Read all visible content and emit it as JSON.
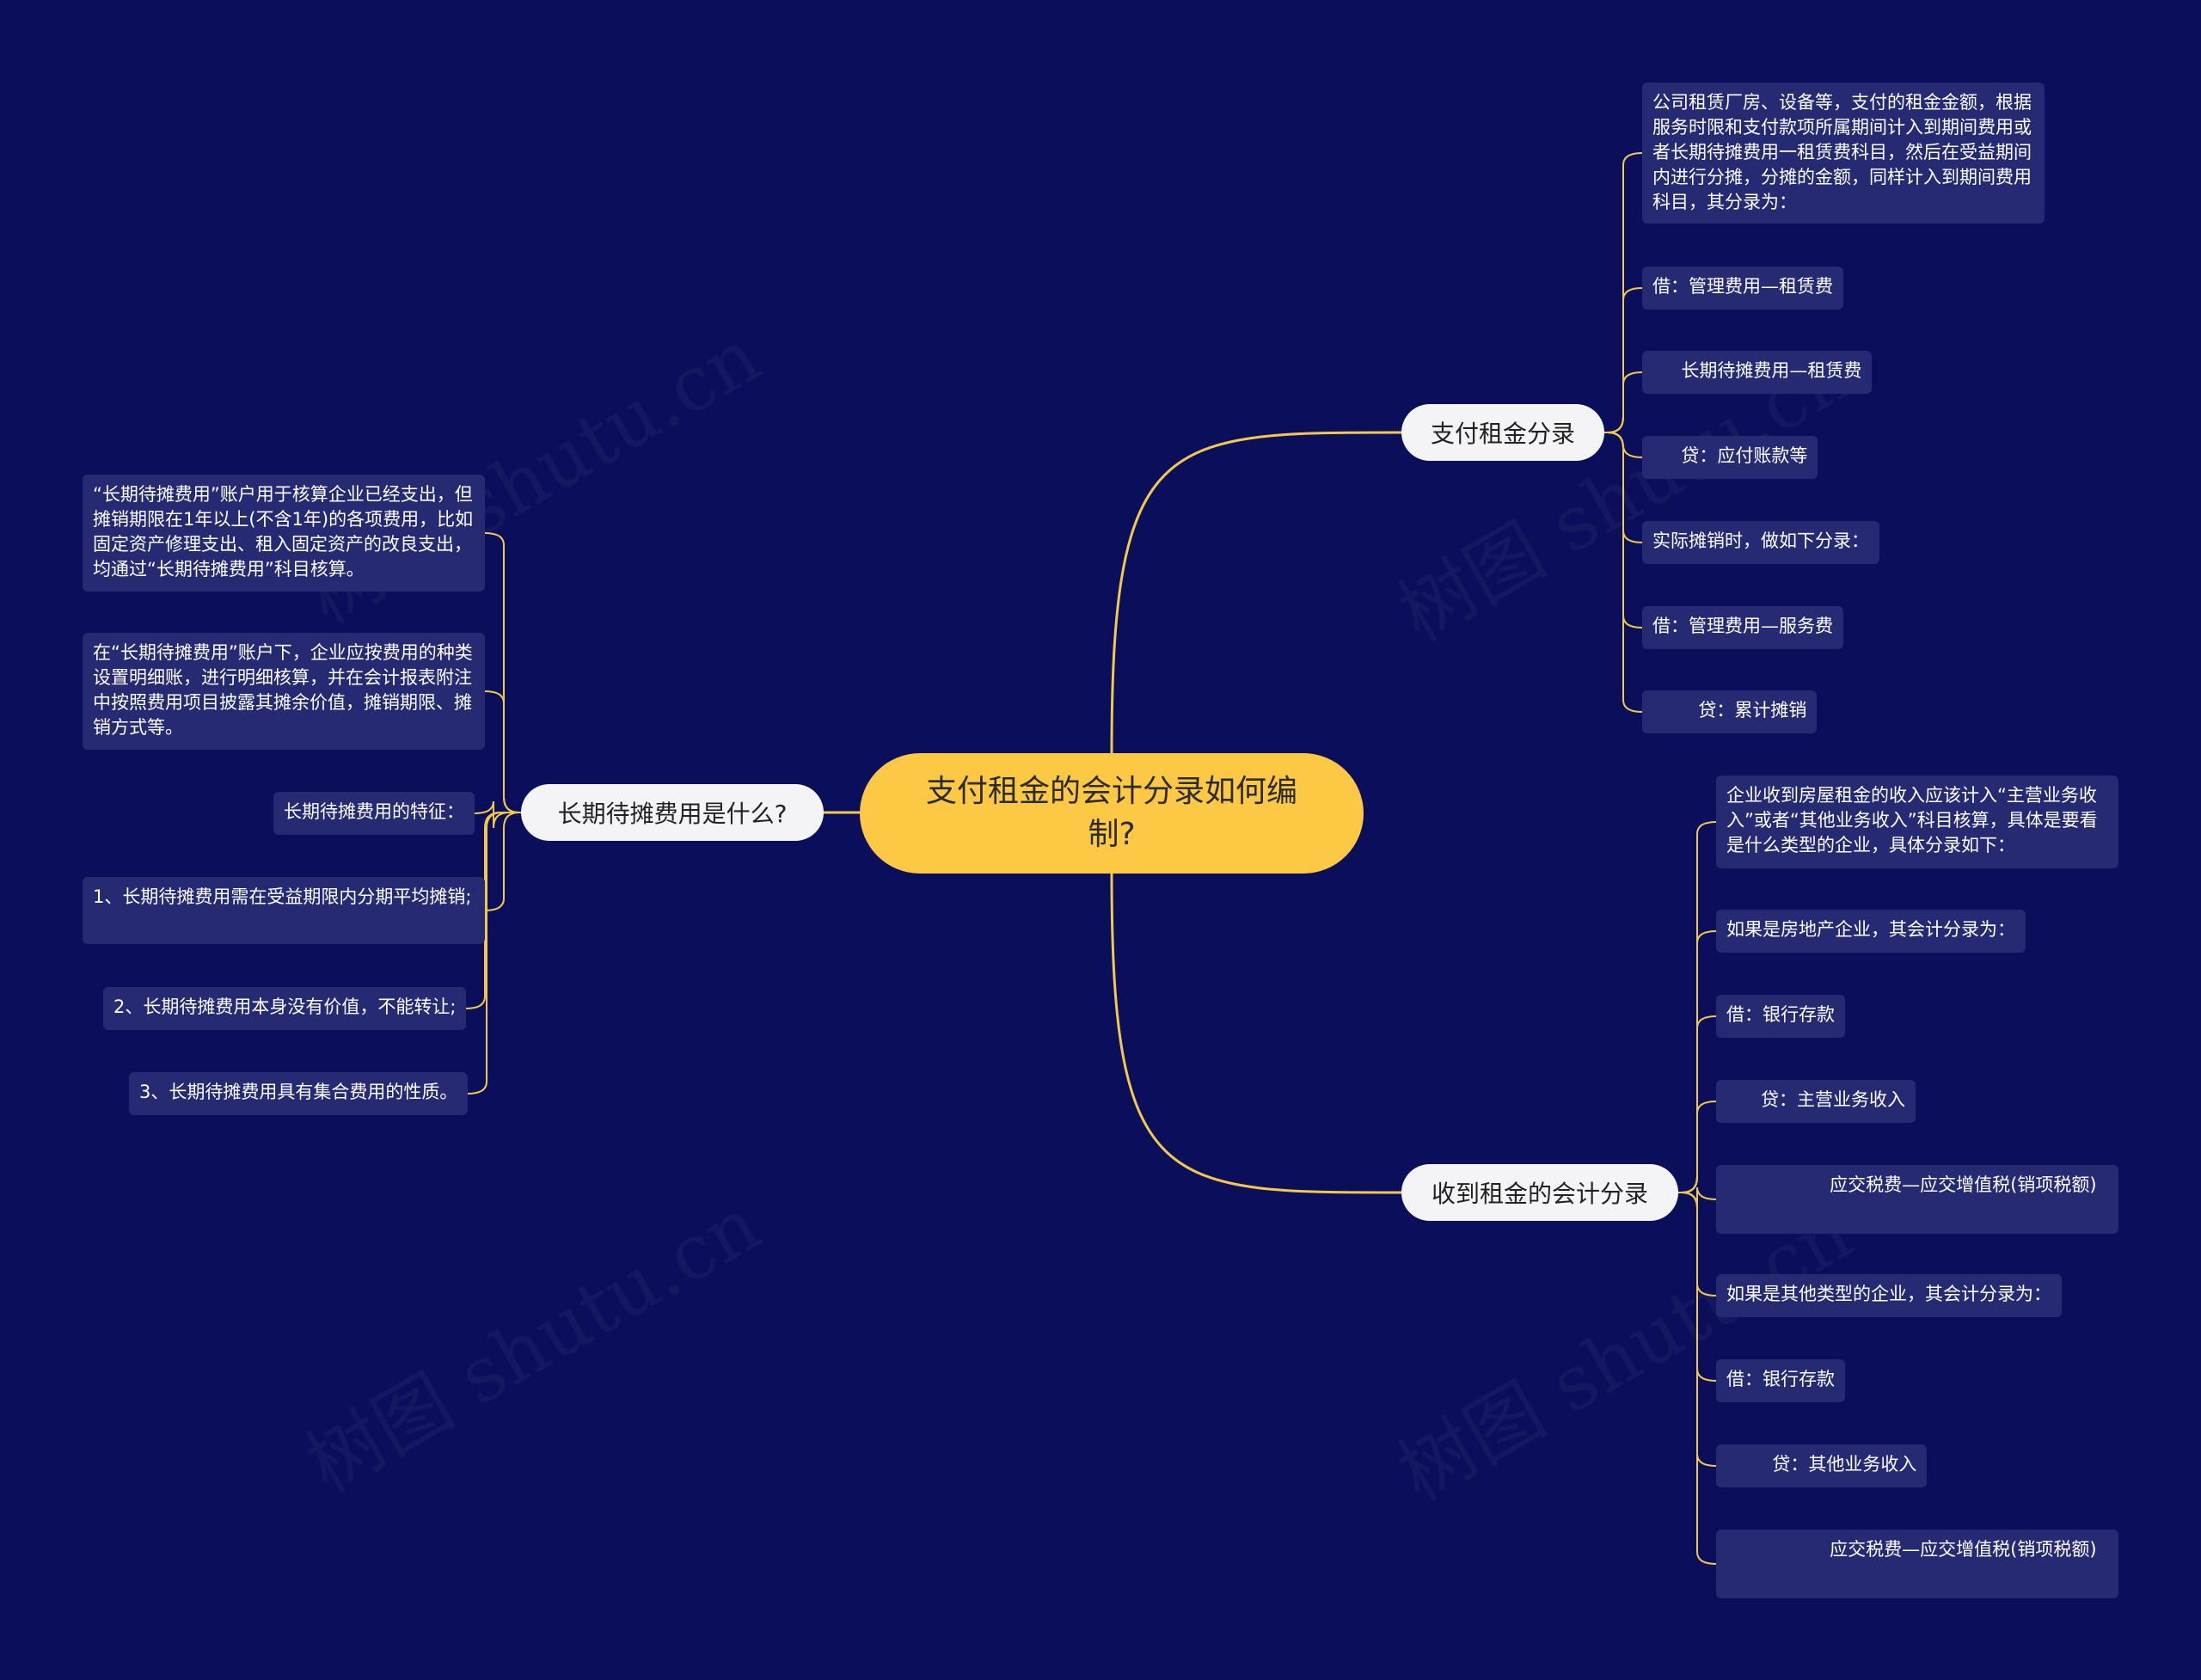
{
  "colors": {
    "background": "#0b0e5a",
    "root_fill": "#fdc844",
    "branch_fill": "#f4f4f6",
    "leaf_fill": "#262a72",
    "connector": "#f2c94c"
  },
  "watermark": "树图 shutu.cn",
  "root": {
    "text": "支付租金的会计分录如何编制?"
  },
  "branches": {
    "pay": {
      "label": "支付租金分录",
      "items": [
        "公司租赁厂房、设备等，支付的租金金额，根据服务时限和支付款项所属期间计入到期间费用或者长期待摊费用一租赁费科目，然后在受益期间内进行分摊，分摊的金额，同样计入到期间费用科目，其分录为：",
        "借：管理费用—租赁费",
        "     长期待摊费用—租赁费",
        "     贷：应付账款等",
        "实际摊销时，做如下分录：",
        "借：管理费用—服务费",
        "        贷：累计摊销"
      ]
    },
    "receive": {
      "label": "收到租金的会计分录",
      "items": [
        "企业收到房屋租金的收入应该计入“主营业务收入”或者“其他业务收入”科目核算，具体是要看是什么类型的企业，具体分录如下：",
        "如果是房地产企业，其会计分录为：",
        "借：银行存款",
        "      贷：主营业务收入",
        "                  应交税费—应交增值税(销项税额)",
        "如果是其他类型的企业，其会计分录为：",
        "借：银行存款",
        "        贷：其他业务收入",
        "                  应交税费—应交增值税(销项税额)"
      ]
    },
    "deferred": {
      "label": "长期待摊费用是什么?",
      "items": [
        "“长期待摊费用”账户用于核算企业已经支出，但摊销期限在1年以上(不含1年)的各项费用，比如固定资产修理支出、租入固定资产的改良支出，均通过“长期待摊费用”科目核算。",
        "在“长期待摊费用”账户下，企业应按费用的种类设置明细账，进行明细核算，并在会计报表附注中按照费用项目披露其摊余价值，摊销期限、摊销方式等。",
        "长期待摊费用的特征：",
        "1、长期待摊费用需在受益期限内分期平均摊销;",
        "2、长期待摊费用本身没有价值，不能转让;",
        "3、长期待摊费用具有集合费用的性质。"
      ]
    }
  }
}
